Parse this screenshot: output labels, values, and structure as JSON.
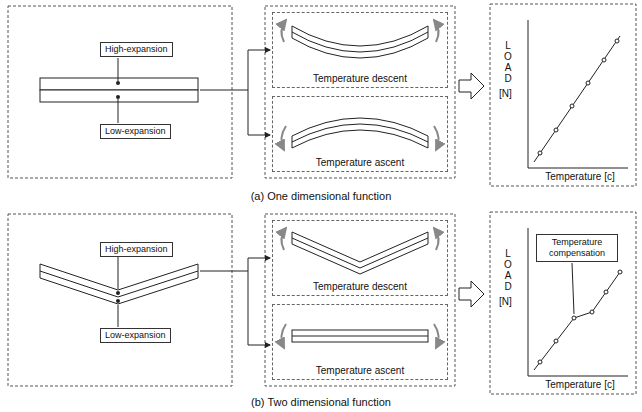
{
  "diagram": {
    "nodes": [
      {
        "text": [
          "High-expansion"
        ]
      },
      {
        "text": [
          "Low-expansion"
        ]
      },
      {
        "text": [
          "Temperature descent"
        ]
      },
      {
        "text": [
          "Temperature ascent"
        ]
      },
      {
        "text": [
          "High-expansion"
        ]
      },
      {
        "text": [
          "Low-expansion"
        ]
      },
      {
        "text": [
          "Temperature descent"
        ]
      },
      {
        "text": [
          "Temperature ascent"
        ]
      },
      {
        "text": [
          "Temperature compensation"
        ]
      }
    ],
    "labels": [
      "LOAD",
      "[N]",
      "Temperature [c]",
      "(a) One dimensional function",
      "LOAD",
      "[N]",
      "Temperature [c]",
      "(b) Two dimensional function"
    ]
  }
}
